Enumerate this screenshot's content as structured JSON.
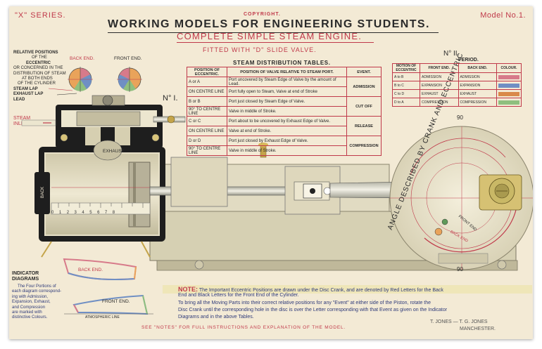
{
  "header": {
    "series": "\"X\" SERIES.",
    "model": "Model No.1.",
    "copyright": "COPYRIGHT.",
    "title": "WORKING MODELS FOR ENGINEERING STUDENTS.",
    "subtitle": "COMPLETE SIMPLE STEAM ENGINE.",
    "fitted": "FITTED WITH \"D\" SLIDE VALVE."
  },
  "eccentric_panel": {
    "lines": [
      "RELATIVE POSITIONS",
      "OF THE",
      "ECCENTRIC",
      "OR CONCERNED IN THE",
      "DISTRIBUTION OF STEAM",
      "AT BOTH ENDS",
      "OF THE CYLINDER"
    ],
    "back_end": "BACK END.",
    "front_end": "FRONT END.",
    "legend": [
      "STEAM LAP",
      "EXHAUST LAP",
      "LEAD"
    ]
  },
  "labels": {
    "no1": "N° I.",
    "no2": "N° II.",
    "steam_inlet": [
      "STEAM",
      "INLET"
    ],
    "exhaust": "EXHAUST",
    "back": "BACK",
    "front_end_disc": "FRONT END",
    "back_end_disc": "BACK END",
    "arc_text": "ANGLE DESCRIBED BY CRANK AND ECCENTRIC",
    "deg_top": "90",
    "deg_bottom": "90",
    "scale_numbers": [
      "0",
      "1",
      "2",
      "3",
      "4",
      "5",
      "6",
      "7",
      "8"
    ]
  },
  "steam_table": {
    "title": "STEAM DISTRIBUTION TABLES.",
    "headers": [
      "POSITION OF ECCENTRIC.",
      "POSITION OF VALVE RELATIVE TO STEAM PORT.",
      "EVENT."
    ],
    "rows": [
      {
        "pos": "A or A",
        "desc": "Port uncovered by Steam Edge of Valve by the amount of Lead."
      },
      {
        "pos": "ON CENTRE LINE",
        "desc": "Port fully open to Steam, Valve at end of Stroke"
      },
      {
        "pos": "B or B",
        "desc": "Port just closed by Steam Edge of Valve."
      },
      {
        "pos": "90° TO CENTRE LINE",
        "desc": "Valve in middle of Stroke."
      },
      {
        "pos": "C or C",
        "desc": "Port about to be uncovered by Exhaust Edge of Valve."
      },
      {
        "pos": "ON CENTRE LINE",
        "desc": "Valve at end of Stroke."
      },
      {
        "pos": "D or D",
        "desc": "Port just closed by Exhaust Edge of Valve."
      },
      {
        "pos": "90° TO CENTRE LINE",
        "desc": "Valve in middle of Stroke."
      }
    ],
    "events": [
      "ADMISSION",
      "CUT OFF",
      "RELEASE",
      "COMPRESSION"
    ]
  },
  "period_table": {
    "title": "PERIOD.",
    "headers": [
      "MOTION OF ECCENTRIC",
      "FRONT END.",
      "BACK END.",
      "COLOUR."
    ],
    "rows": [
      {
        "motion": "A to B",
        "front": "ADMISSION",
        "back": "ADMISSION",
        "colour": "#d77a8a"
      },
      {
        "motion": "B to C",
        "front": "EXPANSION",
        "back": "EXPANSION",
        "colour": "#6f8fc4"
      },
      {
        "motion": "C to D",
        "front": "EXHAUST",
        "back": "EXHAUST",
        "colour": "#d9894a"
      },
      {
        "motion": "D to A",
        "front": "COMPRESSION",
        "back": "COMPRESSION",
        "colour": "#8fbf7e"
      }
    ]
  },
  "indicator": {
    "title": [
      "INDICATOR",
      "DIAGRAMS"
    ],
    "text": [
      "The Four Portions of",
      "each diagram correspond-",
      "ing with Admission,",
      "Expansion, Exhaust,",
      "and Compression",
      "are marked with",
      "distinctive Colours."
    ],
    "back_end": "BACK END.",
    "front_end": "FRONT END.",
    "atmospheric": "ATMOSPHERIC LINE"
  },
  "footer": {
    "note_label": "NOTE:",
    "note1": "The Important Eccentric Positions are drawn under the Disc Crank, and are denoted by Red Letters for the Back",
    "note2": "End and Black Letters for the Front End of the Cylinder.",
    "note3": "To bring all the Moving Parts into their correct relative positions for any \"Event\" at either side of the Piston, rotate the",
    "note4": "Disc Crank until the corresponding hole in the disc is over the Letter corresponding with that Event as given on the Indicator",
    "note5": "Diagrams and in the above Tables.",
    "see_notes": "SEE \"NOTES\" FOR FULL INSTRUCTIONS AND EXPLANATION OF THE MODEL.",
    "publisher": "T. JONES — T. G. JONES",
    "city": "MANCHESTER."
  },
  "colors": {
    "red": "#c0394a",
    "dark": "#2a2a2a",
    "paper": "#f3ead5",
    "metal": "#c9c3a6",
    "steel": "#8f8f86"
  }
}
